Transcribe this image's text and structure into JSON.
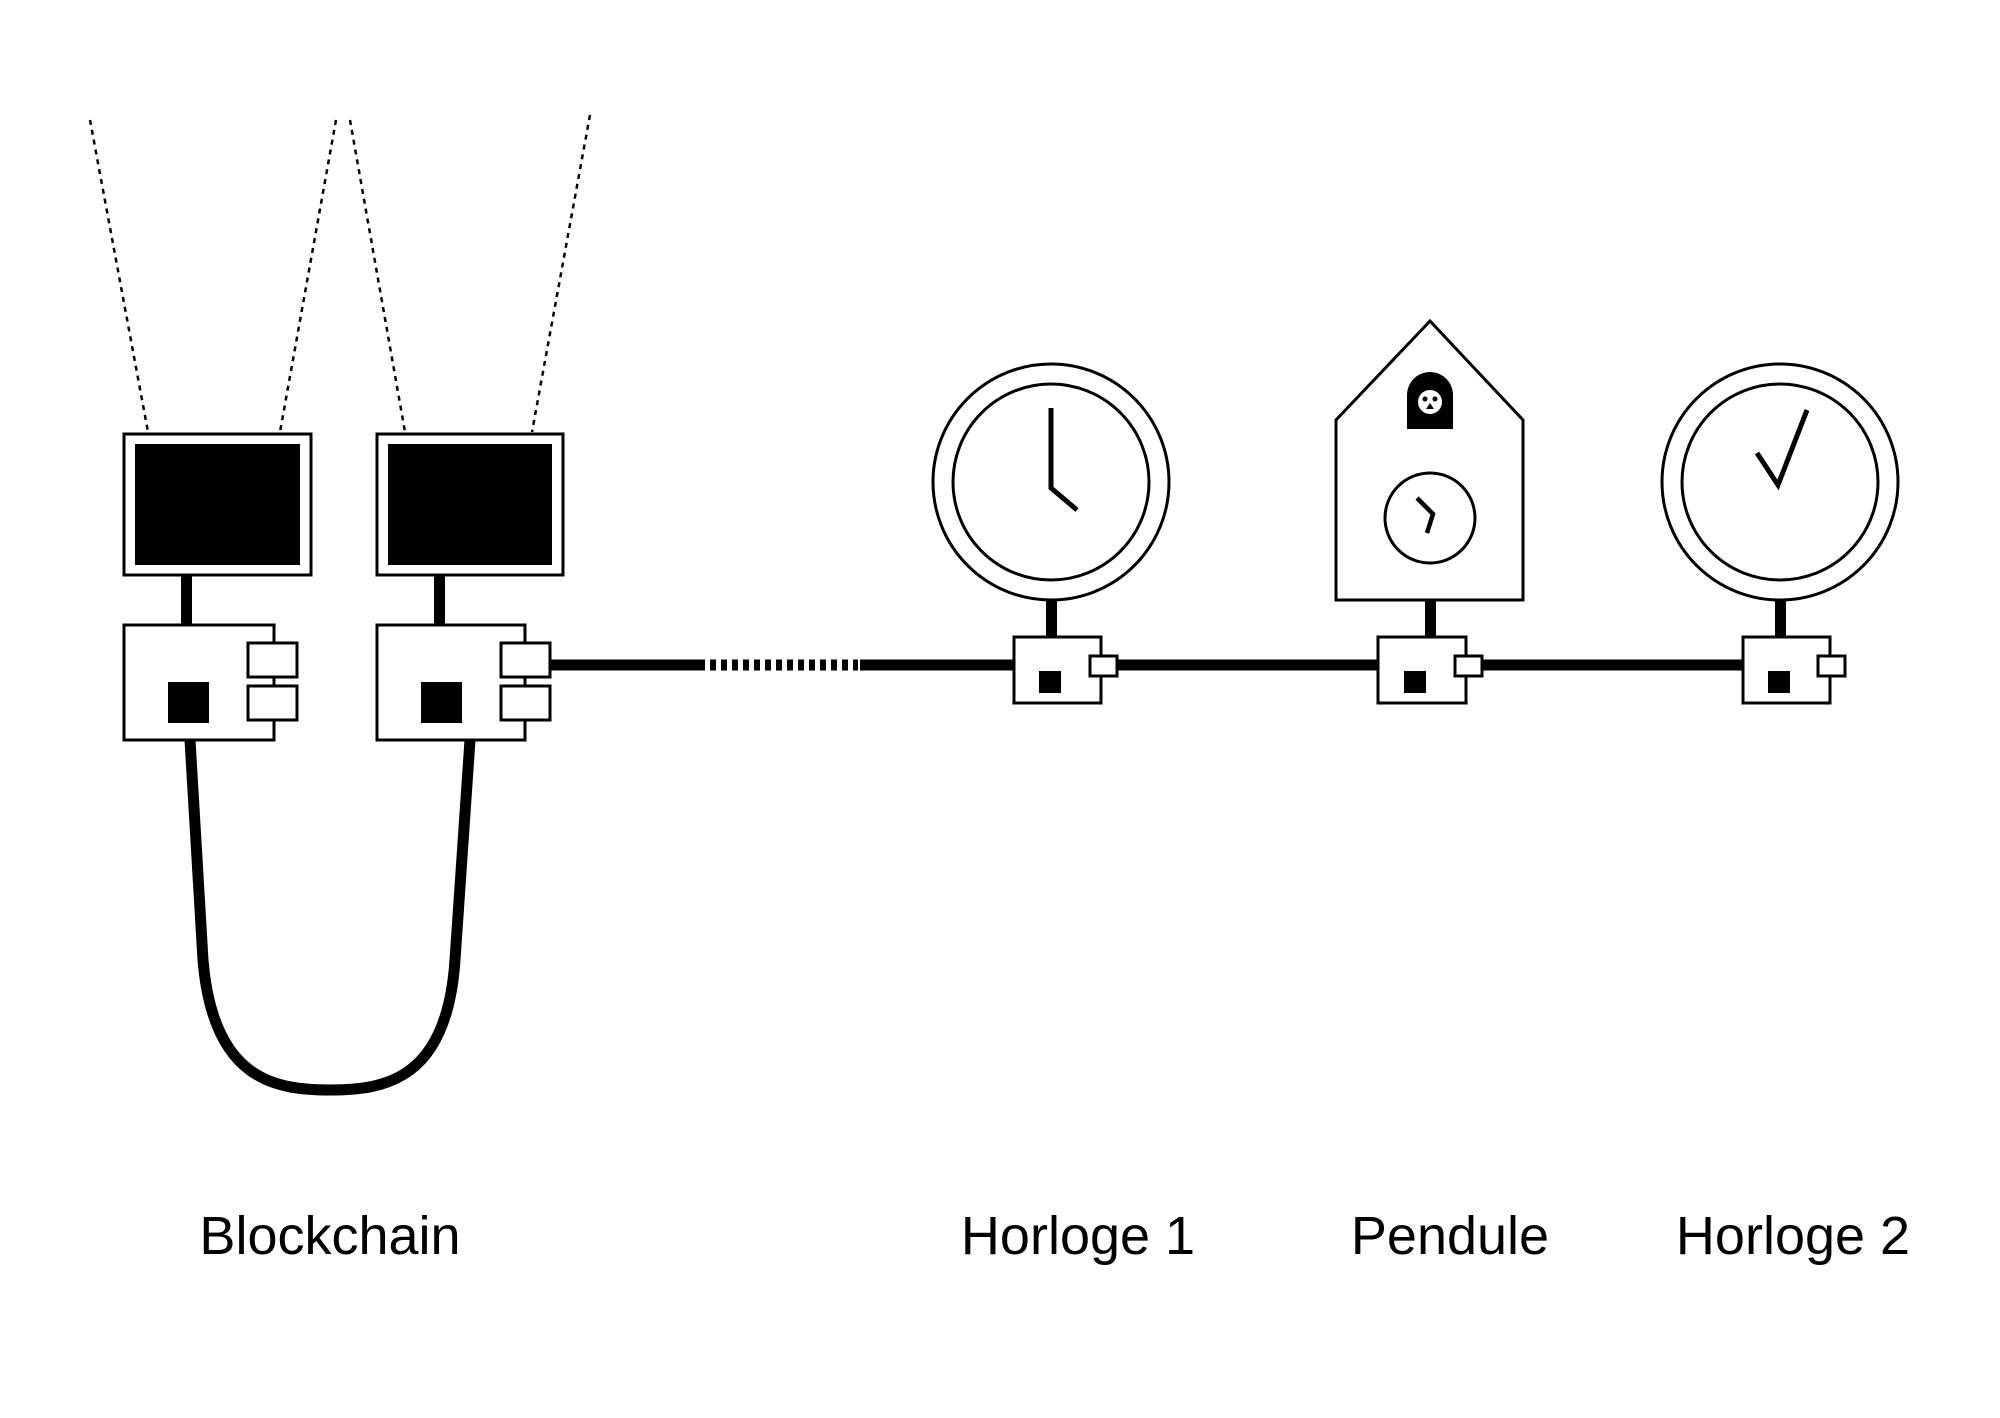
{
  "diagram": {
    "labels": {
      "blockchain": "Blockchain",
      "horloge1": "Horloge 1",
      "pendule": "Pendule",
      "horloge2": "Horloge 2"
    },
    "nodes": [
      {
        "id": "blockchain-node-1",
        "kind": "computer-with-monitor"
      },
      {
        "id": "blockchain-node-2",
        "kind": "computer-with-monitor"
      },
      {
        "id": "horloge-1",
        "kind": "wall-clock"
      },
      {
        "id": "pendule",
        "kind": "cuckoo-clock"
      },
      {
        "id": "horloge-2",
        "kind": "wall-clock"
      }
    ],
    "connections": [
      {
        "from": "blockchain-node-1",
        "to": "blockchain-node-2",
        "style": "solid-loop"
      },
      {
        "from": "blockchain-node-2",
        "to": "horloge-1",
        "style": "solid-with-dashed-segment"
      },
      {
        "from": "horloge-1",
        "to": "pendule",
        "style": "solid"
      },
      {
        "from": "pendule",
        "to": "horloge-2",
        "style": "solid"
      }
    ],
    "colors": {
      "stroke": "#000000",
      "fill": "#000000",
      "background": "#ffffff"
    }
  }
}
